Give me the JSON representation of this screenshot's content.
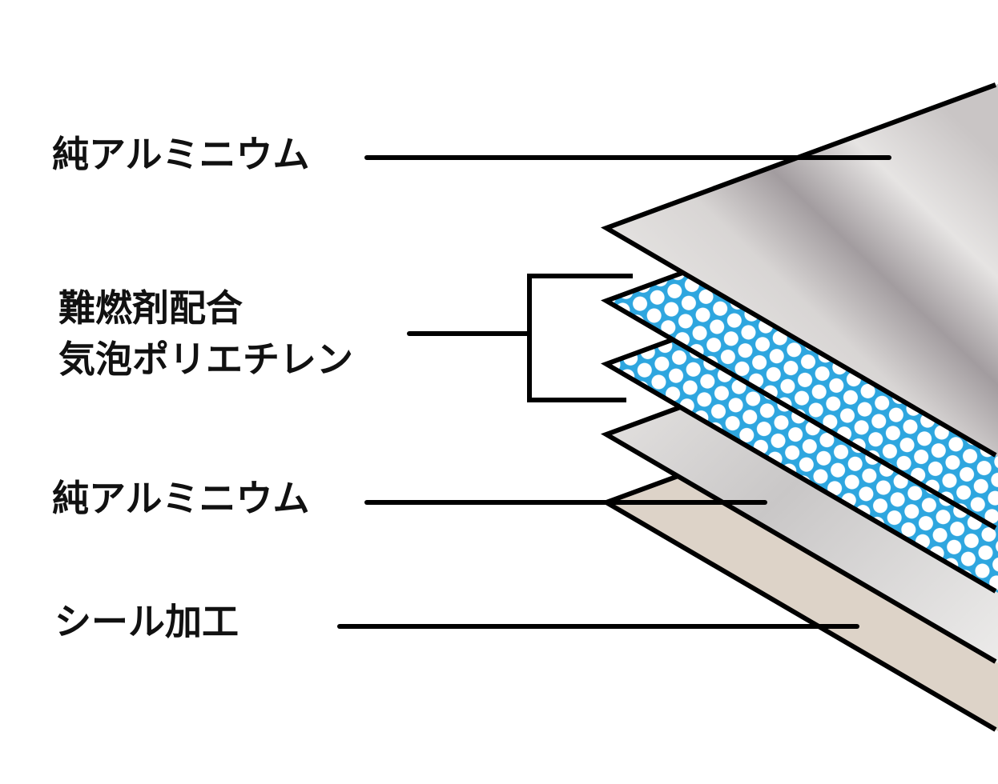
{
  "labels": {
    "top_layer": "純アルミニウム",
    "middle_layer_line1": "難燃剤配合",
    "middle_layer_line2": "気泡ポリエチレン",
    "lower_layer": "純アルミニウム",
    "bottom_layer": "シール加工"
  },
  "colors": {
    "foam_blue": "#2ea6df",
    "seal_beige": "#ddd3c8",
    "aluminum_light": "#ecebe9",
    "aluminum_dark": "#a29c9f",
    "outline": "#000000"
  }
}
